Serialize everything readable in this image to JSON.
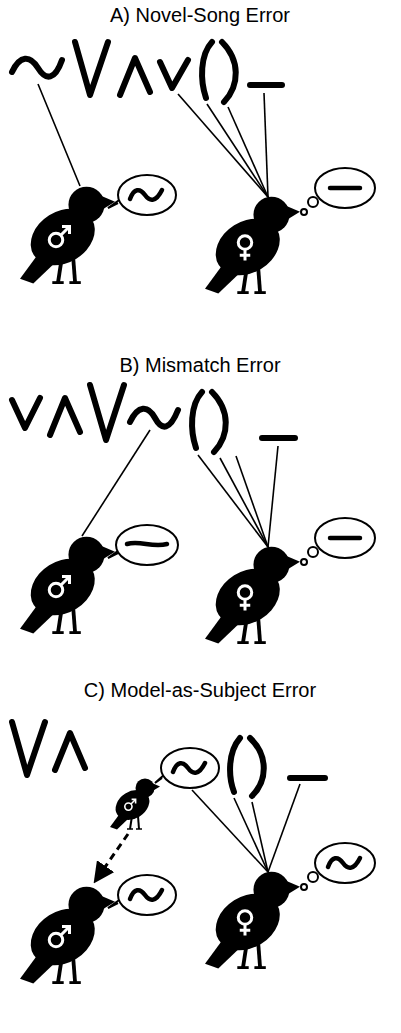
{
  "diagram": {
    "labels": [
      "A) Novel-Song Error",
      "B) Mismatch Error",
      "C) Model-as-Subject Error"
    ]
  }
}
